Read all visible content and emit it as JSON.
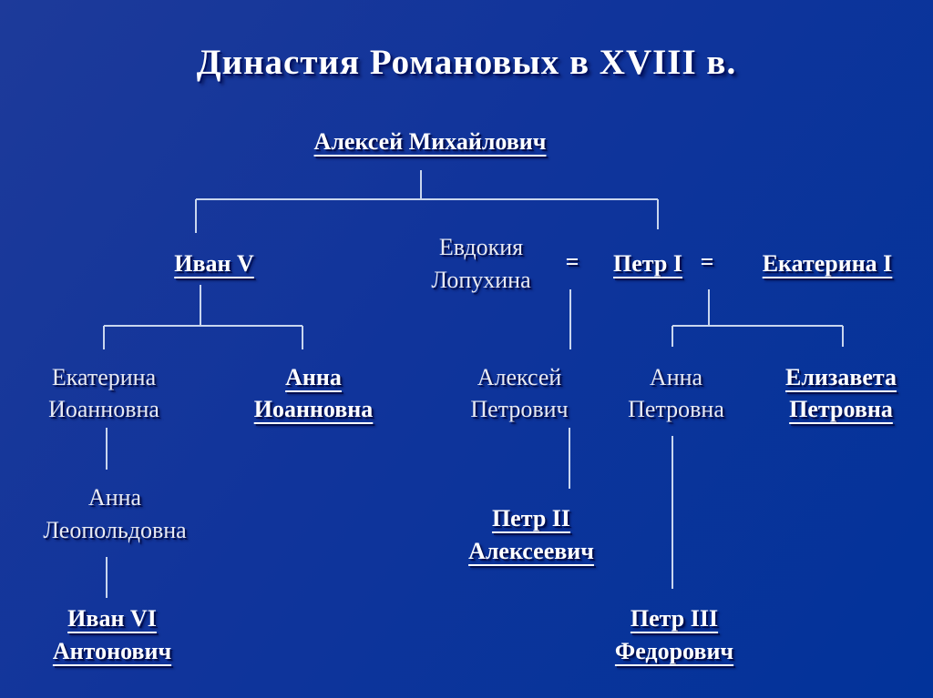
{
  "slide": {
    "title": "Династия Романовых в XVIII в.",
    "equals_sign": "=",
    "colors": {
      "background_top": "#1d3a9a",
      "background_bottom": "#02339a",
      "connector_line": "#c9d6ee",
      "text_regular": "#e8eaf2",
      "text_emphasis": "#ffffff"
    }
  },
  "nodes": {
    "alexey_mikhailovich": {
      "lines": [
        "Алексей Михайлович"
      ]
    },
    "ivan_v": {
      "lines": [
        "Иван V"
      ]
    },
    "evdokia_lopukhina": {
      "lines": [
        "Евдокия",
        "Лопухина"
      ]
    },
    "petr_i": {
      "lines": [
        "Петр I"
      ]
    },
    "ekaterina_i": {
      "lines": [
        "Екатерина I"
      ]
    },
    "ekaterina_ioannovna": {
      "lines": [
        "Екатерина",
        "Иоанновна"
      ]
    },
    "anna_ioannovna": {
      "lines": [
        "Анна",
        "Иоанновна"
      ]
    },
    "alexey_petrovich": {
      "lines": [
        "Алексей",
        "Петрович"
      ]
    },
    "anna_petrovna": {
      "lines": [
        "Анна",
        "Петровна"
      ]
    },
    "elizaveta_petrovna": {
      "lines": [
        "Елизавета",
        "Петровна"
      ]
    },
    "anna_leopoldovna": {
      "lines": [
        "Анна",
        "Леопольдовна"
      ]
    },
    "ivan_vi_antonovich": {
      "lines": [
        "Иван VI",
        "Антонович"
      ]
    },
    "petr_ii_alekseevich": {
      "lines": [
        "Петр II",
        "Алексеевич"
      ]
    },
    "petr_iii_fedorovich": {
      "lines": [
        "Петр III",
        "Федорович"
      ]
    }
  }
}
